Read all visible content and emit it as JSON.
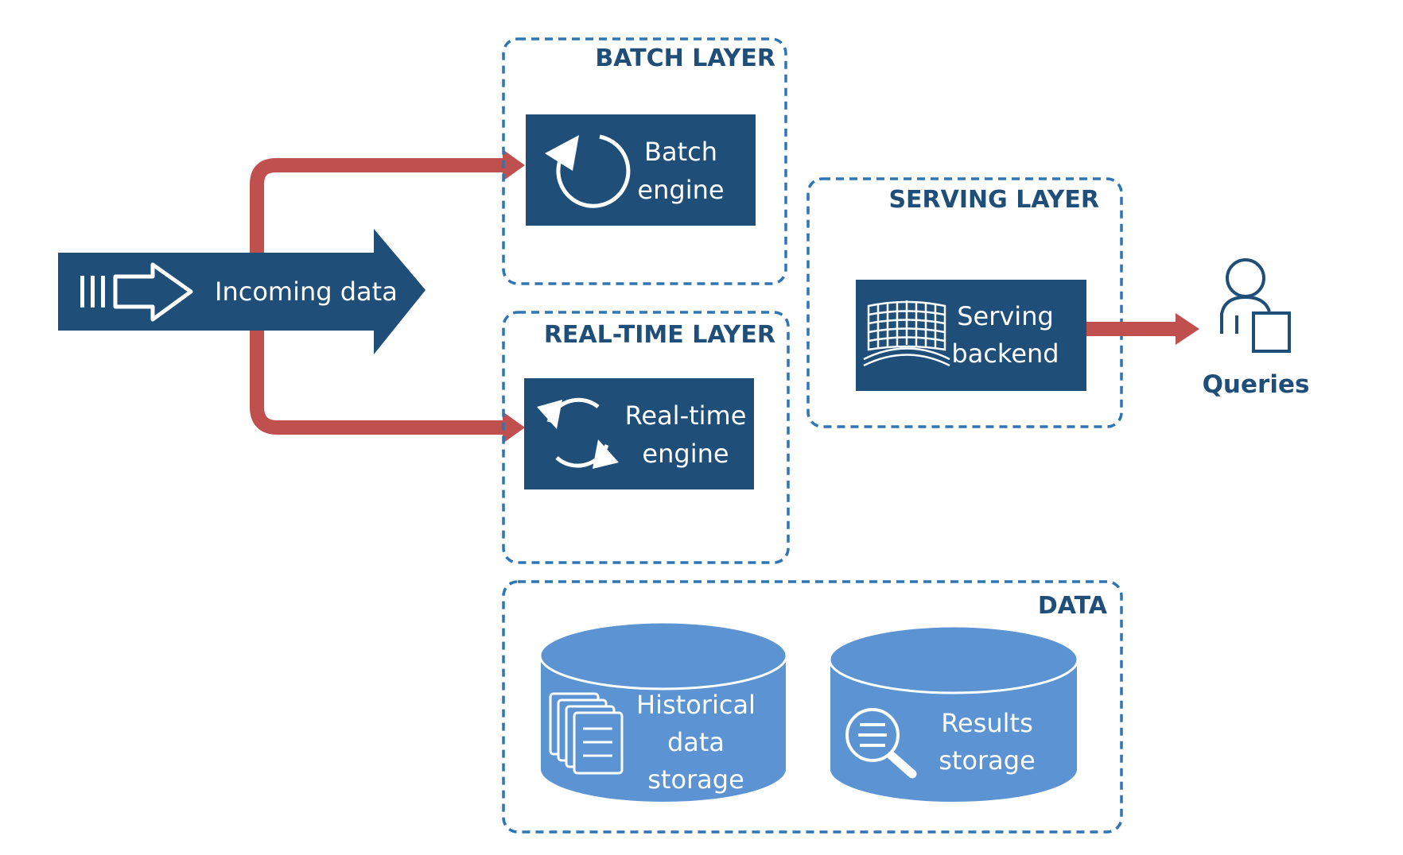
{
  "colors": {
    "navy": "#1f4e79",
    "red": "#c0504d",
    "cylinder": "#5b93d3",
    "dash": "#2e75b6",
    "white": "#ffffff"
  },
  "incoming": {
    "label": "Incoming data",
    "icon": "arrow-right-icon"
  },
  "batch_layer": {
    "title": "BATCH LAYER",
    "engine_line1": "Batch",
    "engine_line2": "engine",
    "icon": "refresh-icon"
  },
  "realtime_layer": {
    "title": "REAL-TIME LAYER",
    "engine_line1": "Real-time",
    "engine_line2": "engine",
    "icon": "sync-icon"
  },
  "serving_layer": {
    "title": "SERVING LAYER",
    "backend_line1": "Serving",
    "backend_line2": "backend",
    "icon": "grid-icon"
  },
  "queries": {
    "label": "Queries",
    "icon": "user-icon"
  },
  "data_layer": {
    "title": "DATA",
    "historical_line1": "Historical",
    "historical_line2": "data",
    "historical_line3": "storage",
    "historical_icon": "documents-icon",
    "results_line1": "Results",
    "results_line2": "storage",
    "results_icon": "search-icon"
  }
}
